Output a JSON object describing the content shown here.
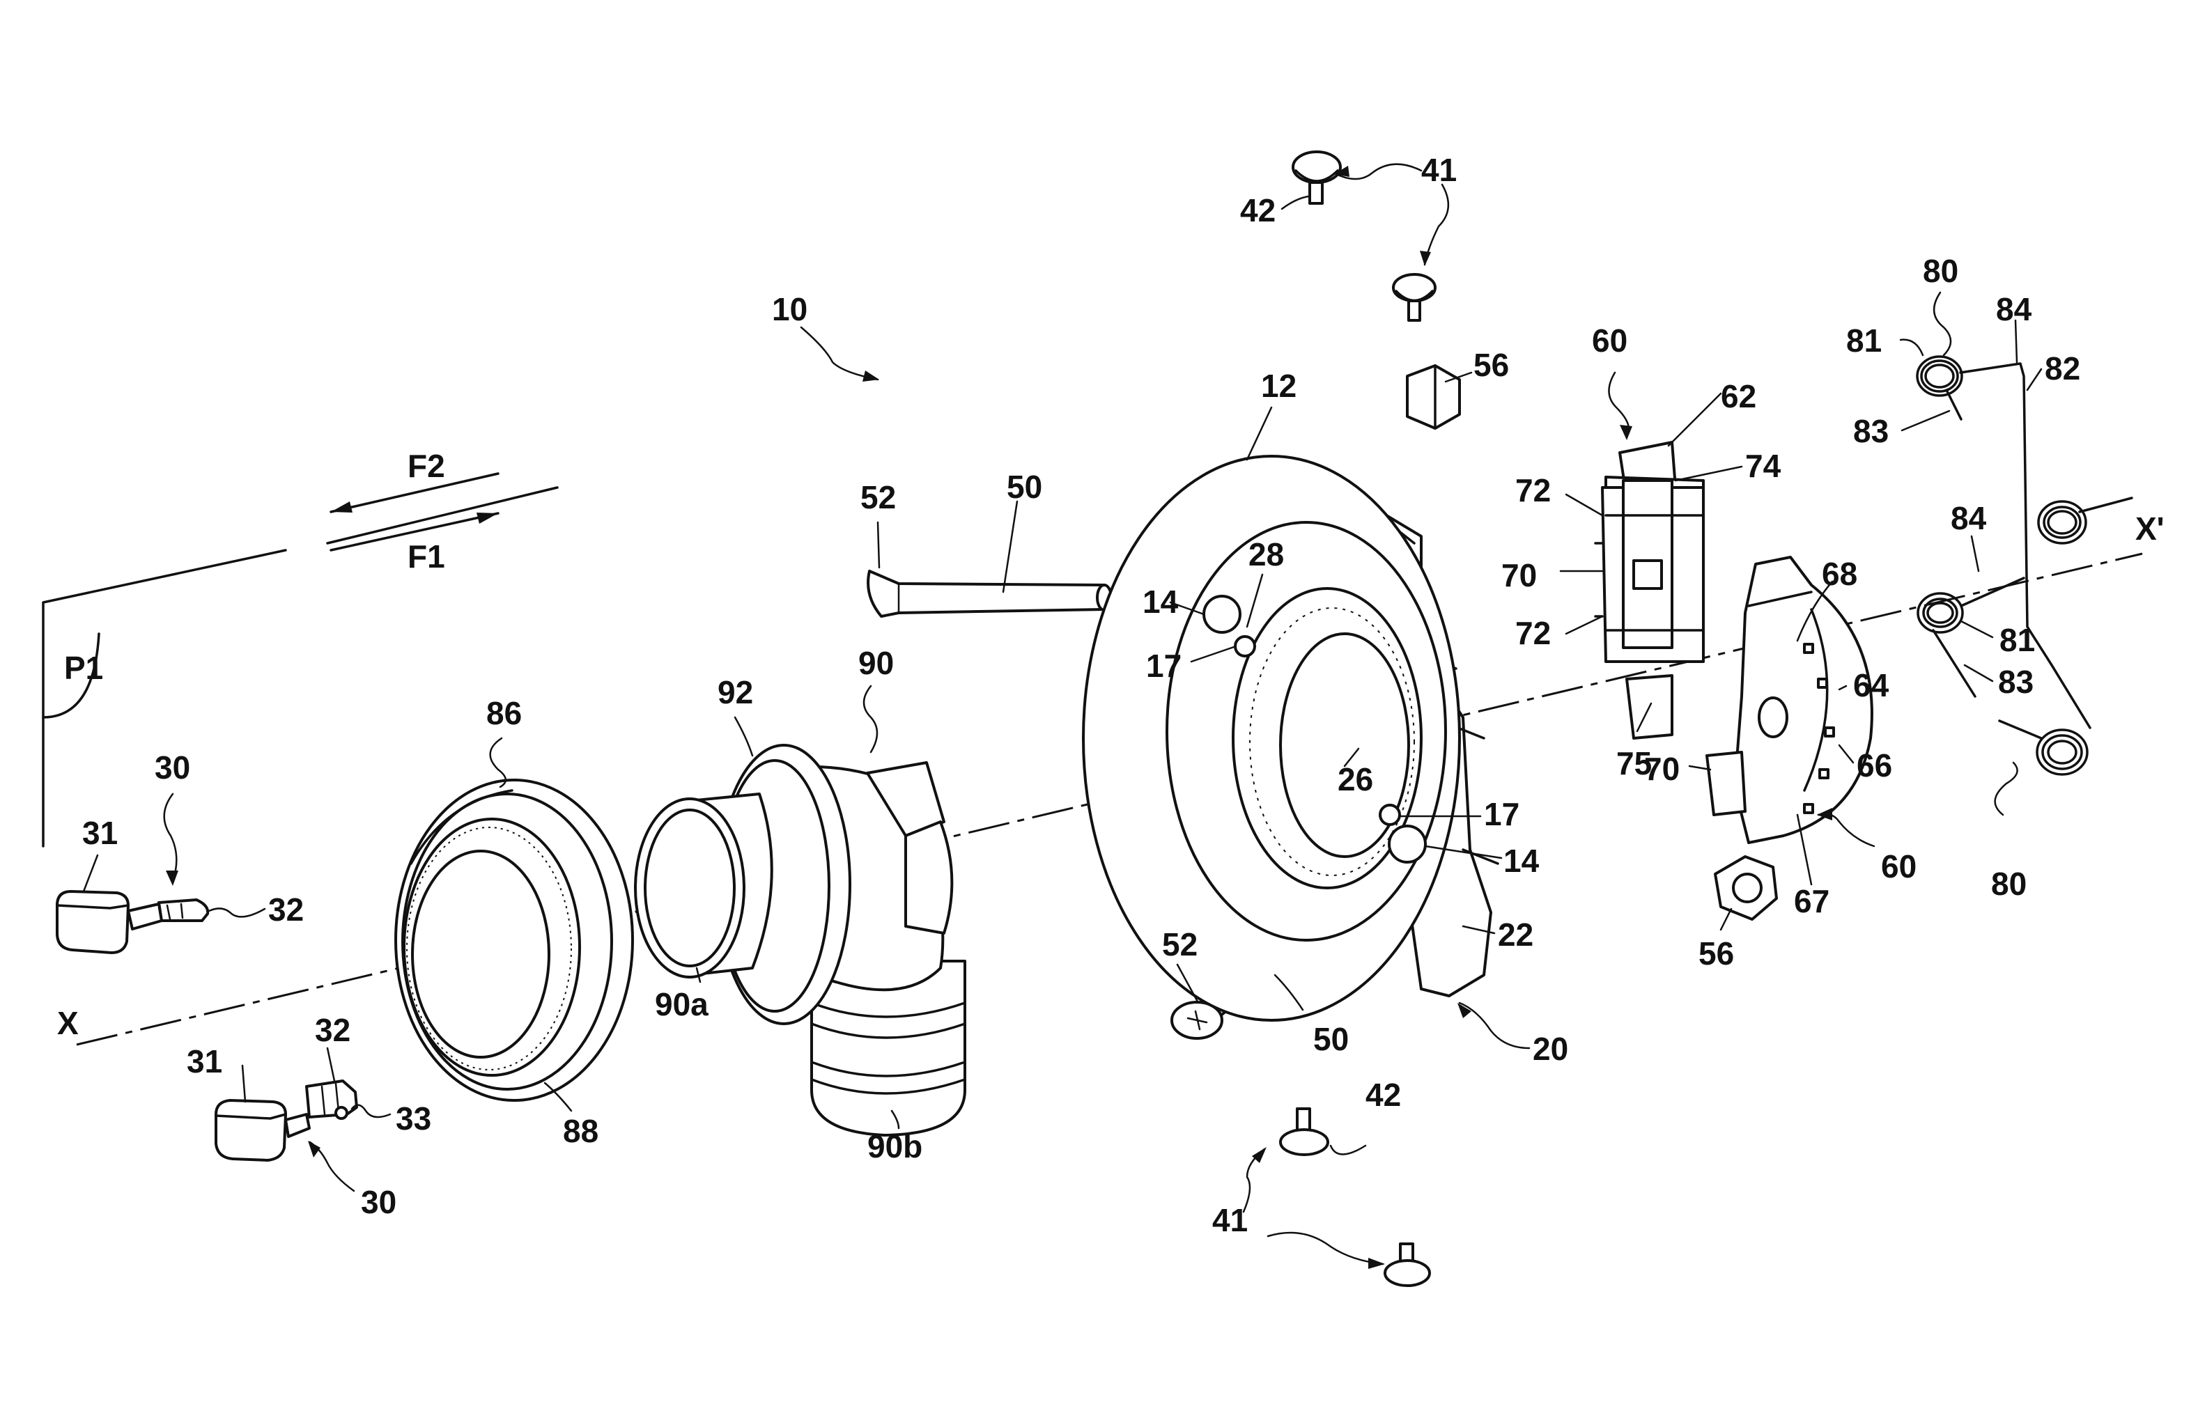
{
  "labels": {
    "l10": "10",
    "l12": "12",
    "l14a": "14",
    "l14b": "14",
    "l17a": "17",
    "l17b": "17",
    "l20": "20",
    "l22": "22",
    "l26": "26",
    "l28": "28",
    "l30a": "30",
    "l30b": "30",
    "l31a": "31",
    "l31b": "31",
    "l32a": "32",
    "l32b": "32",
    "l33": "33",
    "l41a": "41",
    "l41b": "41",
    "l42a": "42",
    "l42b": "42",
    "l50a": "50",
    "l50b": "50",
    "l52a": "52",
    "l52b": "52",
    "l56a": "56",
    "l56b": "56",
    "l60a": "60",
    "l60b": "60",
    "l62": "62",
    "l64": "64",
    "l66": "66",
    "l67": "67",
    "l68": "68",
    "l70a": "70",
    "l70b": "70",
    "l72a": "72",
    "l72b": "72",
    "l74": "74",
    "l75": "75",
    "l80a": "80",
    "l80b": "80",
    "l81a": "81",
    "l81b": "81",
    "l82": "82",
    "l83a": "83",
    "l83b": "83",
    "l84a": "84",
    "l84b": "84",
    "l86": "86",
    "l88": "88",
    "l90": "90",
    "l90a": "90a",
    "l90b": "90b",
    "l92": "92",
    "lF1": "F1",
    "lF2": "F2",
    "lP1": "P1",
    "lX": "X",
    "lXp": "X'"
  }
}
